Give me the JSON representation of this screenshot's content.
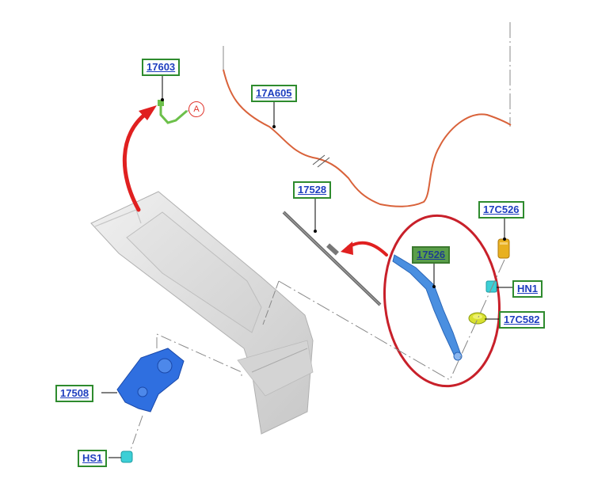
{
  "callouts": {
    "c17603": "17603",
    "c17A605": "17A605",
    "c17528": "17528",
    "c17C526": "17C526",
    "c17526": "17526",
    "cHN1": "HN1",
    "c17C582": "17C582",
    "c17508": "17508",
    "cHS1": "HS1"
  },
  "reference_marker": "A",
  "colors": {
    "callout_border": "#2e8b2e",
    "callout_text": "#1f3fbf",
    "highlight_ellipse": "#c8202a",
    "arrow": "#e02020",
    "wiper_arm": "#4a8fe0",
    "motor": "#2f6fe0",
    "harness": "#d9623a",
    "fastener_cyan": "#3ccfd6",
    "fastener_yellow": "#e8b020",
    "hose": "#6cc04a"
  },
  "icons": {
    "tailgate": "tailgate-panel",
    "wiper": "rear-wiper-arm",
    "motor": "wiper-motor",
    "harness": "wiring-harness"
  }
}
